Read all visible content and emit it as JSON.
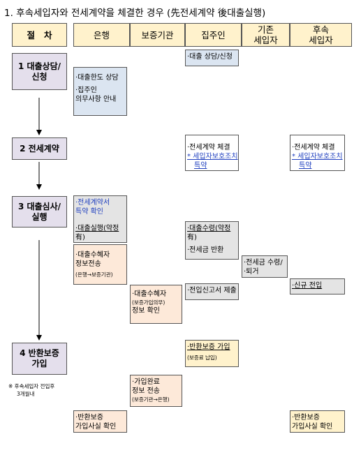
{
  "title": "1. 후속세입자와 전세계약을 체결한 경우 (先전세계약 後대출실행)",
  "headers": {
    "procedure": "절   차",
    "bank": "은행",
    "guarantor": "보증기관",
    "landlord": "집주인",
    "existing_line1": "기존",
    "existing_line2": "세입자",
    "successor_line1": "후속",
    "successor_line2": "세입자"
  },
  "steps": {
    "s1_line1": "1 대출상담/",
    "s1_line2": "신청",
    "s2": "2 전세계약",
    "s3_line1": "3 대출심사/",
    "s3_line2": "실행",
    "s4_line1": "4 반환보증",
    "s4_line2": "가입"
  },
  "boxes": {
    "landlord_consult": "·대출 상담/신청",
    "bank_limit": "·대출한도 상담",
    "bank_duty_line1": "·집주인",
    "bank_duty_line2": "의무사항 안내",
    "landlord_contract": "·전세계약 체결",
    "landlord_protect_line1": "* 세입자보호조치",
    "landlord_protect_line2": "특약",
    "successor_contract": "·전세계약 체결",
    "successor_protect_line1": "* 세입자보호조치",
    "successor_protect_line2": "특약",
    "bank_review_line1": "·전세계약서",
    "bank_review_line2": "특약 확인",
    "bank_exec_line1": "·대출실행(약정",
    "bank_exec_line2": "有)",
    "landlord_receive_line1": "·대출수령(약정",
    "landlord_receive_line2": "有)",
    "landlord_return": "·전세금 반환",
    "existing_receive_line1": "·전세금 수령/",
    "existing_receive_line2": "·퇴거",
    "bank_sendinfo_line1": "·대출수혜자",
    "bank_sendinfo_line2": "정보전송",
    "bank_sendinfo_sub": "(은행→보증기관)",
    "guar_check_line1": "·대출수혜자",
    "guar_check_sub": "(보증가입의무)",
    "guar_check_line2": "정보 확인",
    "landlord_moveout": "·전입신고서 제출",
    "successor_movein": "·신규 전입",
    "landlord_join_line1": "·반환보증 가입",
    "landlord_join_sub": "(보증료 납입)",
    "guar_done_line1": "·가입완료",
    "guar_done_line2": "정보 전송",
    "guar_done_sub": "(보증기관→은행)",
    "bank_confirm_line1": "·반환보증",
    "bank_confirm_line2": "가입사실 확인",
    "successor_confirm_line1": "·반환보증",
    "successor_confirm_line2": "가입사실 확인"
  },
  "note": {
    "line1": "※ 후속세입자 전입후",
    "line2": "3개월내"
  }
}
